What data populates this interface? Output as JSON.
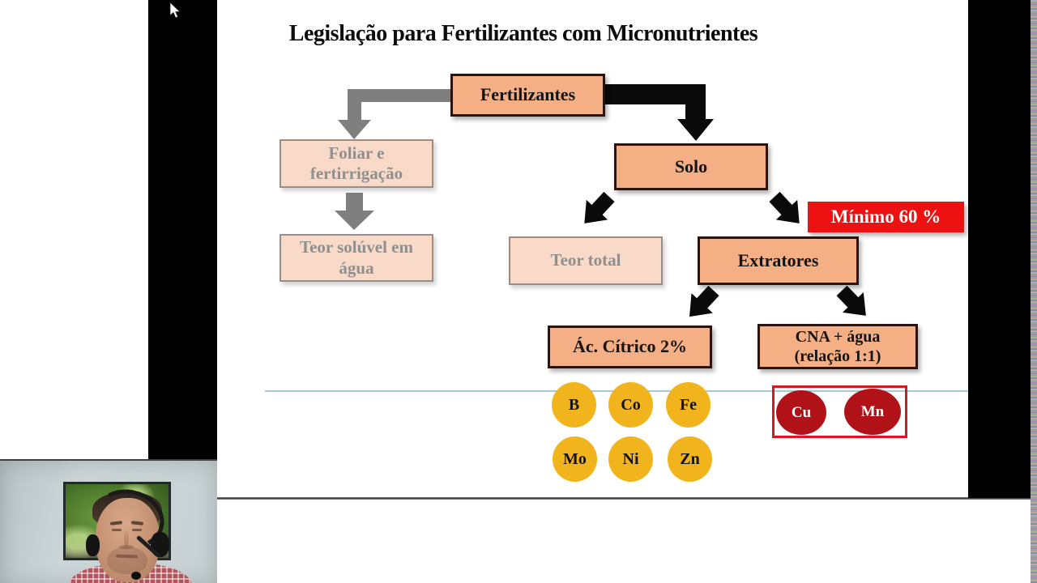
{
  "slide": {
    "title": "Legislação para Fertilizantes com Micronutrientes",
    "nodes": {
      "fertilizantes": "Fertilizantes",
      "foliar": "Foliar e fertirrigação",
      "teor_soluvel": "Teor solúvel em água",
      "solo": "Solo",
      "minimo": "Mínimo 60 %",
      "teor_total": "Teor total",
      "extratores": "Extratores",
      "ac_citrico": "Ác. Cítrico 2%",
      "cna_line1": "CNA + água",
      "cna_line2": "(relação 1:1)"
    },
    "citric_elements": [
      "B",
      "Co",
      "Fe",
      "Mo",
      "Ni",
      "Zn"
    ],
    "cna_elements": [
      "Cu",
      "Mn"
    ],
    "colors": {
      "salmon_fill": "#F4AF85",
      "salmon_border": "#2B1410",
      "peach_fill": "#F9DAC8",
      "peach_text": "#8F8F8F",
      "red_label_bg": "#EE1111",
      "gold_circle": "#F2B41C",
      "dark_red_circle": "#B11218",
      "red_outline": "#D41920",
      "blue_line": "#A5C9D9",
      "gray_arrow": "#7F7F7F",
      "black_arrow": "#0A0A0A"
    }
  }
}
